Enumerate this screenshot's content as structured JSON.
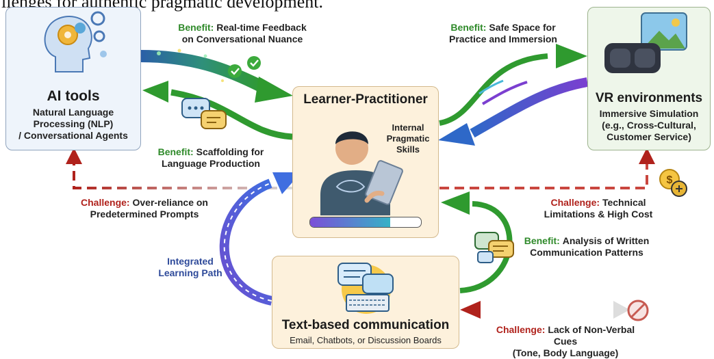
{
  "caption": "llenges for authentic pragmatic development.",
  "nodes": {
    "ai": {
      "title": "AI tools",
      "subtitle": "Natural Language\nProcessing (NLP)\n/ Conversational Agents"
    },
    "learner": {
      "title": "Learner-Practitioner",
      "internal": "Internal\nPragmatic\nSkills"
    },
    "vr": {
      "title": "VR environments",
      "subtitle": "Immersive Simulation\n(e.g., Cross-Cultural,\nCustomer Service)"
    },
    "text": {
      "title": "Text-based communication",
      "subtitle": "Email, Chatbots, or Discussion Boards"
    }
  },
  "labels": {
    "benefit_keyword": "Benefit:",
    "challenge_keyword": "Challenge:",
    "ai_to_learner": "Real-time Feedback\non Conversational Nuance",
    "learner_to_ai": "Scaffolding for\nLanguage Production",
    "vr_benefit": "Safe Space for\nPractice and Immersion",
    "ai_challenge": "Over-reliance on\nPredetermined Prompts",
    "vr_challenge": "Technical\nLimitations & High Cost",
    "text_benefit": "Analysis of Written\nCommunication Patterns",
    "text_challenge": "Lack of Non-Verbal Cues\n(Tone, Body Language)",
    "integrated_path": "Integrated\nLearning Path"
  },
  "progress": {
    "fraction": 0.72
  },
  "colors": {
    "benefit": "#2f8a2a",
    "challenge": "#b0221c",
    "path": "#4a63c9",
    "accent": "#6b3fd0"
  },
  "icons": [
    "brain-gear-head-icon",
    "chat-bubbles-icon",
    "vr-headset-icon",
    "landscape-picture-icon",
    "coin-icon",
    "no-entry-icon",
    "chat-keyboard-icon",
    "learner-tablet-icon",
    "check-icon"
  ]
}
